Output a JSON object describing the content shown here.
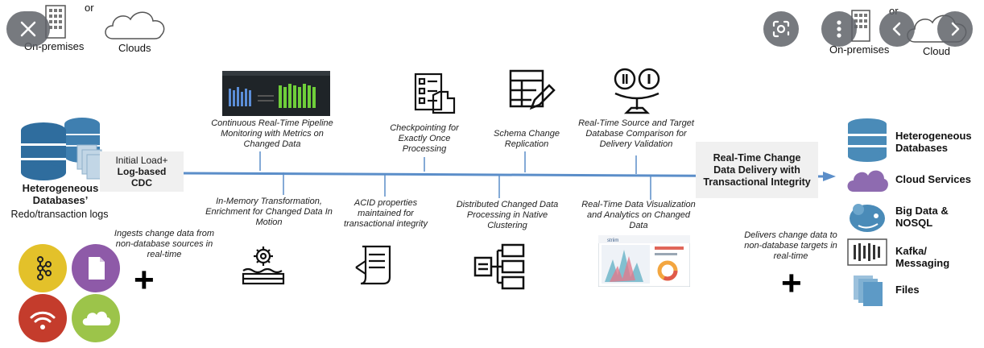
{
  "overlay": {
    "close_icon": "close-icon",
    "lens_icon": "lens-icon",
    "more_icon": "more-vert-icon",
    "prev_icon": "chevron-left-icon",
    "next_icon": "chevron-right-icon"
  },
  "deploy_left": {
    "or": "or",
    "onprem": "On-premises",
    "clouds": "Clouds"
  },
  "deploy_right": {
    "or": "or",
    "onprem": "On-premises",
    "cloud": "Cloud"
  },
  "source": {
    "title": "Heterogeneous Databases’",
    "subtitle": "Redo/transaction logs",
    "non_db_text": "Ingests change data from non-database sources in real-time"
  },
  "initial_load": {
    "line1": "Initial Load+",
    "line2": "Log-based",
    "line3": "CDC"
  },
  "features_top": [
    {
      "text": "Continuous Real-Time Pipeline Monitoring with Metrics on Changed Data"
    },
    {
      "text": "Checkpointing for Exactly Once Processing"
    },
    {
      "text": "Schema Change Replication"
    },
    {
      "text": "Real-Time Source and Target Database Comparison for Delivery Validation"
    }
  ],
  "features_bottom": [
    {
      "text": "In-Memory Transformation, Enrichment for Changed Data In Motion"
    },
    {
      "text": "ACID properties maintained for transactional integrity"
    },
    {
      "text": "Distributed Changed Data Processing in Native Clustering"
    },
    {
      "text": "Real-Time Data Visualization and Analytics on Changed Data"
    }
  ],
  "delivery_box": "Real-Time Change Data Delivery with Transactional Integrity",
  "non_db_targets_text": "Delivers change data to non-database targets in real-time",
  "dashboard_brand": "striim",
  "plus_symbol": "+",
  "targets": [
    {
      "label": "Heterogeneous Databases"
    },
    {
      "label": "Cloud Services"
    },
    {
      "label": "Big Data & NOSQL"
    },
    {
      "label": "Kafka/ Messaging"
    },
    {
      "label": "Files"
    }
  ],
  "colors": {
    "line": "#5b8ec9",
    "db_blue": "#4a7fa8",
    "cloud_purple": "#8e6bb0",
    "kafka_yellow": "#e3c12a",
    "file_purple": "#8e5aa8",
    "wifi_red": "#c43c2c",
    "cloud_green": "#9cc44a",
    "overlay_grey": "#5f6368"
  }
}
